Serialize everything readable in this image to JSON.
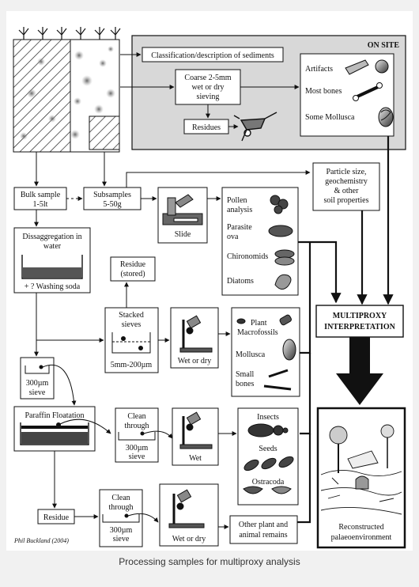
{
  "caption": "Processing samples for multiproxy analysis",
  "credit": "Phil Buckland (2004)",
  "colors": {
    "page_bg": "#f1f1f1",
    "panel_bg": "#ffffff",
    "onsite_bg": "#d8d8d8",
    "ink": "#111111"
  },
  "onsite": {
    "title": "ON SITE",
    "classification": "Classification/description of sediments",
    "coarse": [
      "Coarse 2-5mm",
      "wet or dry",
      "sieving"
    ],
    "residues": "Residues",
    "finds": [
      "Artifacts",
      "Most bones",
      "Some Mollusca"
    ]
  },
  "bulk": [
    "Bulk sample",
    "1-5lt"
  ],
  "subsamples": [
    "Subsamples",
    "5-50g"
  ],
  "particle": [
    "Particle size,",
    "geochemistry",
    "& other",
    "soil properties"
  ],
  "slide": "Slide",
  "micro": {
    "pollen": [
      "Pollen",
      "analysis"
    ],
    "parasite": [
      "Parasite",
      "ova"
    ],
    "chironomids": "Chironomids",
    "diatoms": "Diatoms"
  },
  "disagg": [
    "Dissaggregation in",
    "water"
  ],
  "soda": "+ ? Washing soda",
  "residue_stored": [
    "Residue",
    "(stored)"
  ],
  "stacked": [
    "Stacked",
    "sieves"
  ],
  "stacked_range": "5mm-200µm",
  "wet_or_dry": "Wet or dry",
  "wet": "Wet",
  "macro": {
    "plant": [
      "Plant",
      "Macrofossils"
    ],
    "mollusca": "Mollusca",
    "small_bones": [
      "Small",
      "bones"
    ]
  },
  "multiproxy": [
    "MULTIPROXY",
    "INTERPRETATION"
  ],
  "sieve300": [
    "300µm",
    "sieve"
  ],
  "paraffin": "Paraffin Floatation",
  "clean_through": [
    "Clean",
    "through"
  ],
  "insects_group": {
    "insects": "Insects",
    "seeds": "Seeds",
    "ostracoda": "Ostracoda"
  },
  "residue": "Residue",
  "other_remains": [
    "Other plant and",
    "animal remains"
  ],
  "reconstructed": [
    "Reconstructed",
    "palaeoenvironment"
  ]
}
